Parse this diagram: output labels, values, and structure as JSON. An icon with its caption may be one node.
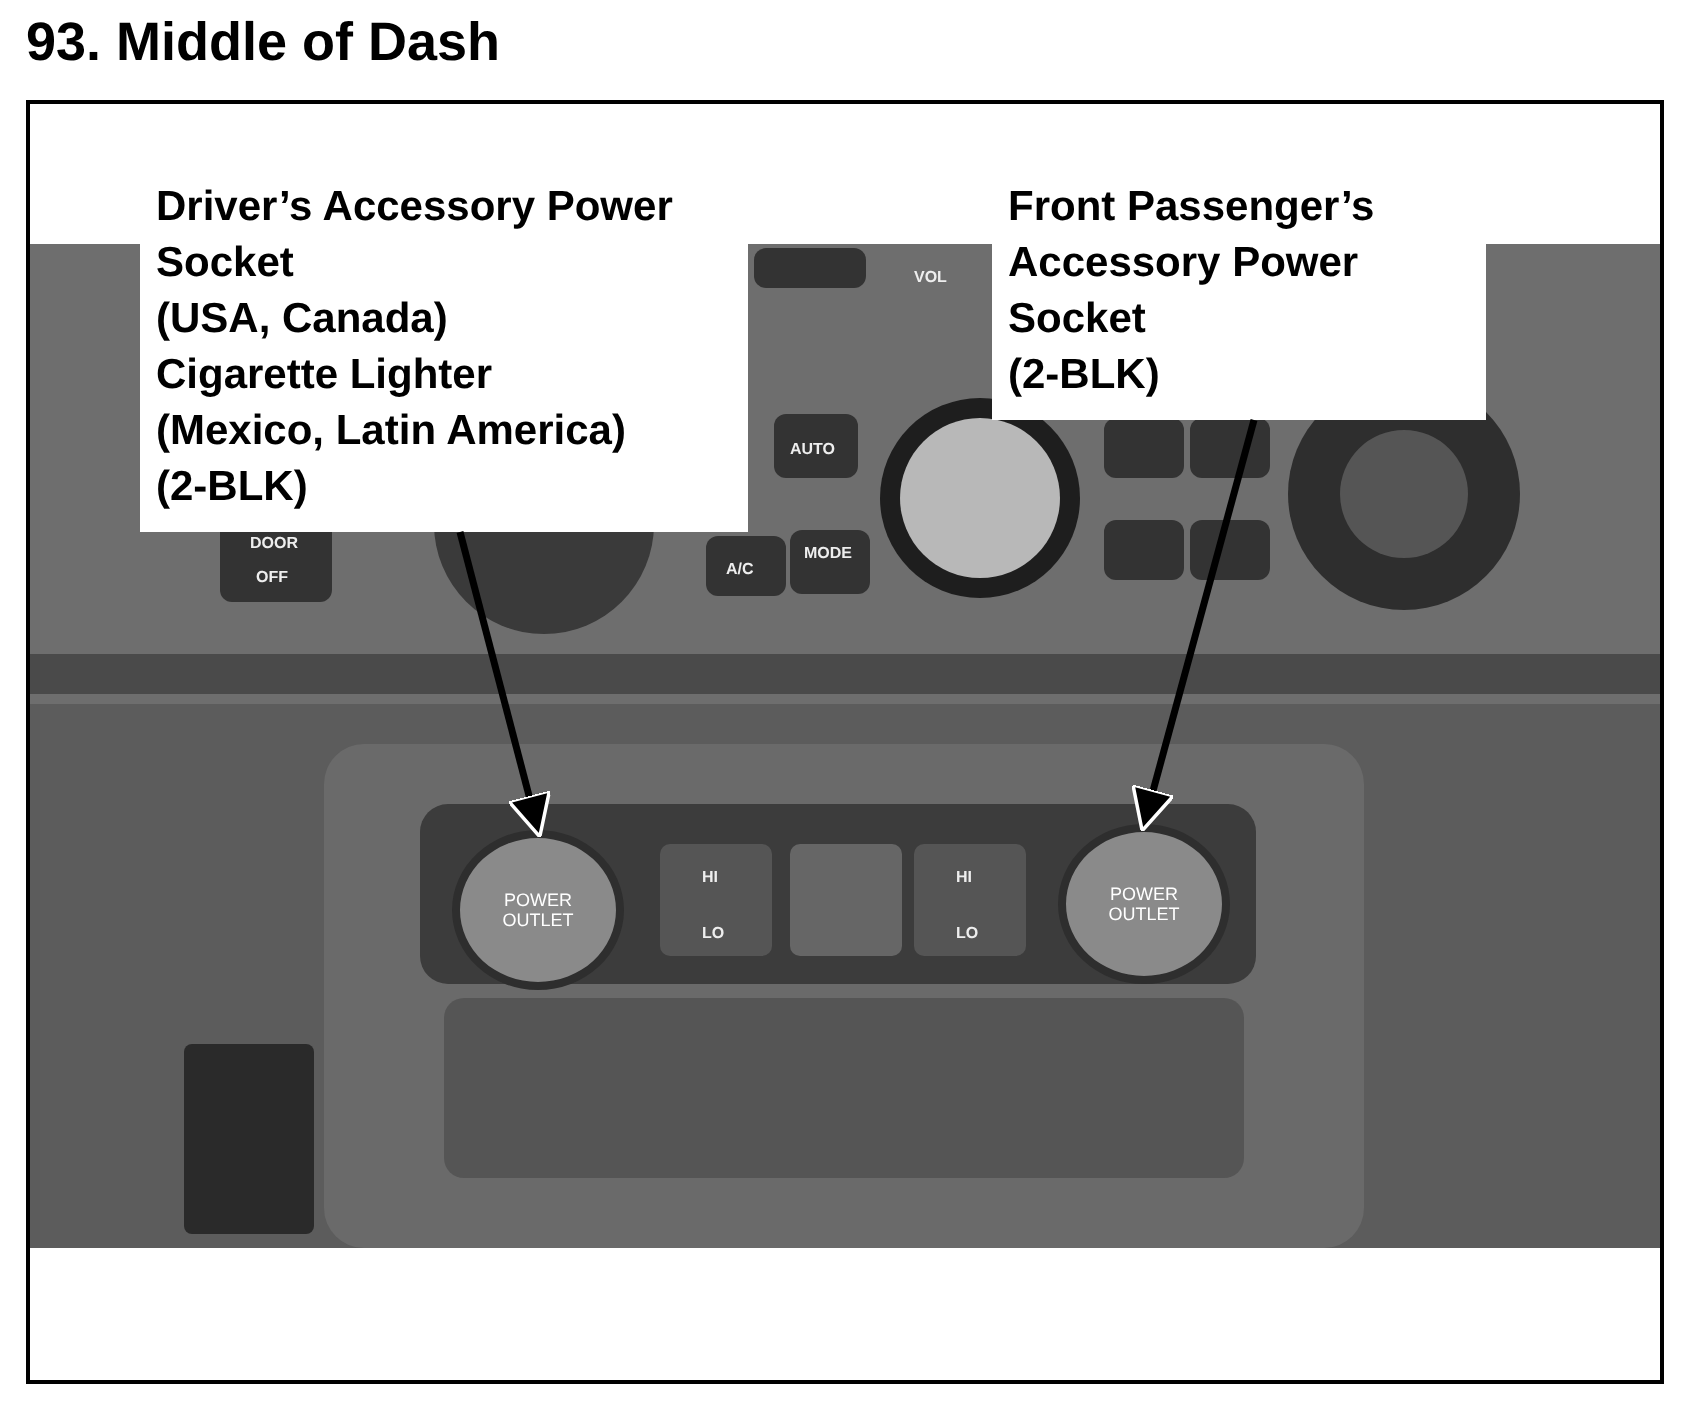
{
  "diagram": {
    "title": "93. Middle of Dash",
    "nodes": [
      {
        "text": [
          "Driver’s Accessory Power Socket",
          "(USA, Canada)",
          "Cigarette Lighter",
          "(Mexico, Latin America)",
          "(2-BLK)"
        ]
      },
      {
        "text": [
          "Front Passenger’s Accessory Power Socket",
          "(2-BLK)"
        ]
      },
      {
        "text": [
          "POWER OUTLET"
        ]
      },
      {
        "text": [
          "POWER OUTLET"
        ]
      }
    ],
    "edges": [
      {
        "from": 0,
        "to": 2,
        "arrow": "to"
      },
      {
        "from": 1,
        "to": 3,
        "arrow": "to"
      }
    ],
    "labels": [
      "VOL",
      "AUTO",
      "DOOR",
      "OFF",
      "A/C",
      "MODE",
      "HI",
      "LO",
      "HI",
      "LO"
    ]
  }
}
